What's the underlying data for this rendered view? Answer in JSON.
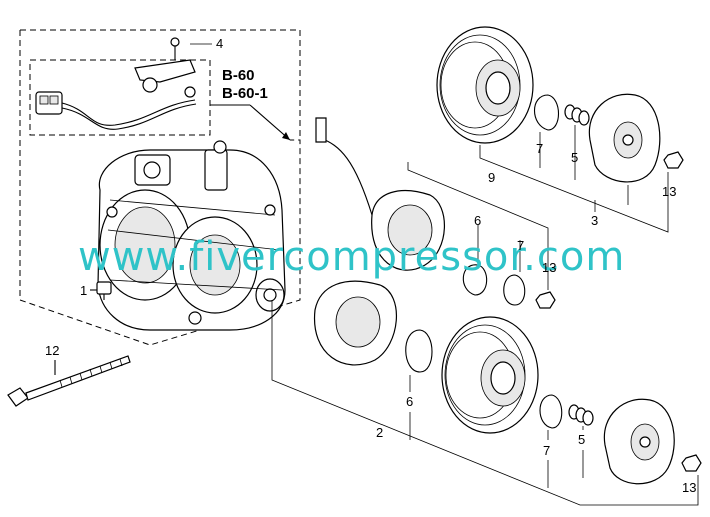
{
  "diagram": {
    "callouts": {
      "c1": "1",
      "c2": "2",
      "c3": "3",
      "c4": "4",
      "c5a": "5",
      "c5b": "5",
      "c6a": "6",
      "c6b": "6",
      "c7a": "7",
      "c7b": "7",
      "c7c": "7",
      "c9": "9",
      "c12": "12",
      "c13a": "13",
      "c13b": "13",
      "c13c": "13"
    },
    "refs": {
      "ref1": "B-60",
      "ref2": "B-60-1"
    },
    "watermark": "www.fivercompressor.com"
  }
}
